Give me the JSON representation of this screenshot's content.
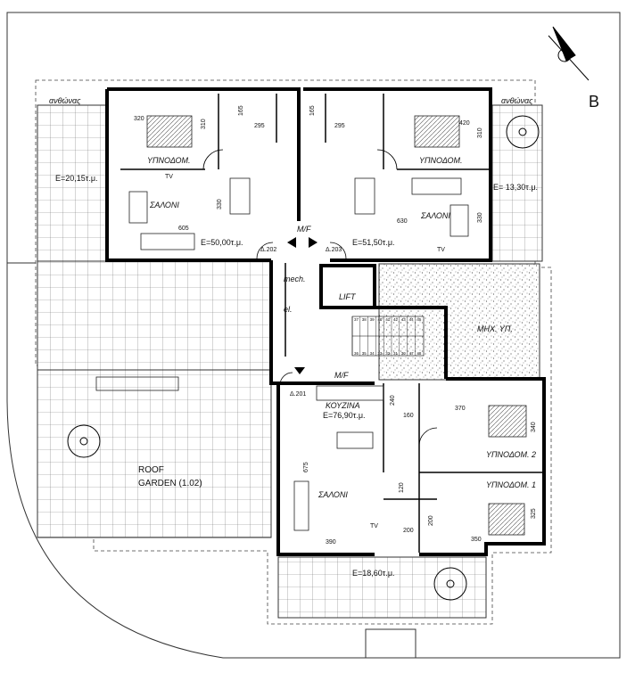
{
  "compass": {
    "letter": "B"
  },
  "rooms": {
    "anthonas_left": "ανθώνας",
    "anthonas_right": "ανθώνας",
    "ypnodom_left": "ΥΠΝΟΔΟΜ.",
    "ypnodom_right": "ΥΠΝΟΔΟΜ.",
    "saloni_left": "ΣΑΛΟΝΙ",
    "saloni_right": "ΣΑΛΟΝΙ",
    "saloni_bottom": "ΣΑΛΟΝΙ",
    "kouzina": "ΚΟΥΖΙΝΑ",
    "ypnodom_2": "ΥΠΝΟΔΟΜ. 2",
    "ypnodom_1": "ΥΠΝΟΔΟΜ. 1",
    "lift": "LIFT",
    "mech": "mech.",
    "el": "el.",
    "mf_top": "M/F",
    "mf_mid": "M/F",
    "mhx": "ΜΗΧ. ΥΠ.",
    "roof_garden_1": "ROOF",
    "roof_garden_2": "GARDEN (1.02)",
    "tv1": "TV",
    "tv2": "TV",
    "tv3": "TV"
  },
  "areas": {
    "left_terrace": "E=20,15τ.μ.",
    "right_terrace": "E= 13,30τ.μ.",
    "apt_left": "E=50,00τ.μ.",
    "apt_right": "E=51,50τ.μ.",
    "kouzina": "E=76,90τ.μ.",
    "bottom_terrace": "E=18,60τ.μ."
  },
  "apartments": {
    "a202": "Δ.202",
    "a203": "Δ.203",
    "a201": "Δ.201"
  },
  "dims": {
    "d320": "320",
    "d310a": "310",
    "d165a": "165",
    "d295a": "295",
    "d165b": "165",
    "d295b": "295",
    "d420": "420",
    "d310b": "310",
    "d330a": "330",
    "d605": "605",
    "d630": "630",
    "d330b": "330",
    "d160": "160",
    "d240": "240",
    "d370": "370",
    "d340": "340",
    "d675": "675",
    "d120": "120",
    "d200a": "200",
    "d200b": "200",
    "d325": "325",
    "d390": "390",
    "d350": "350"
  },
  "stairs": {
    "top_row": [
      "37",
      "38",
      "39",
      "40",
      "41",
      "42",
      "43",
      "44",
      "45"
    ],
    "bottom_row": [
      "36",
      "35",
      "34",
      "33",
      "32",
      "31",
      "30",
      "47",
      "48"
    ]
  }
}
